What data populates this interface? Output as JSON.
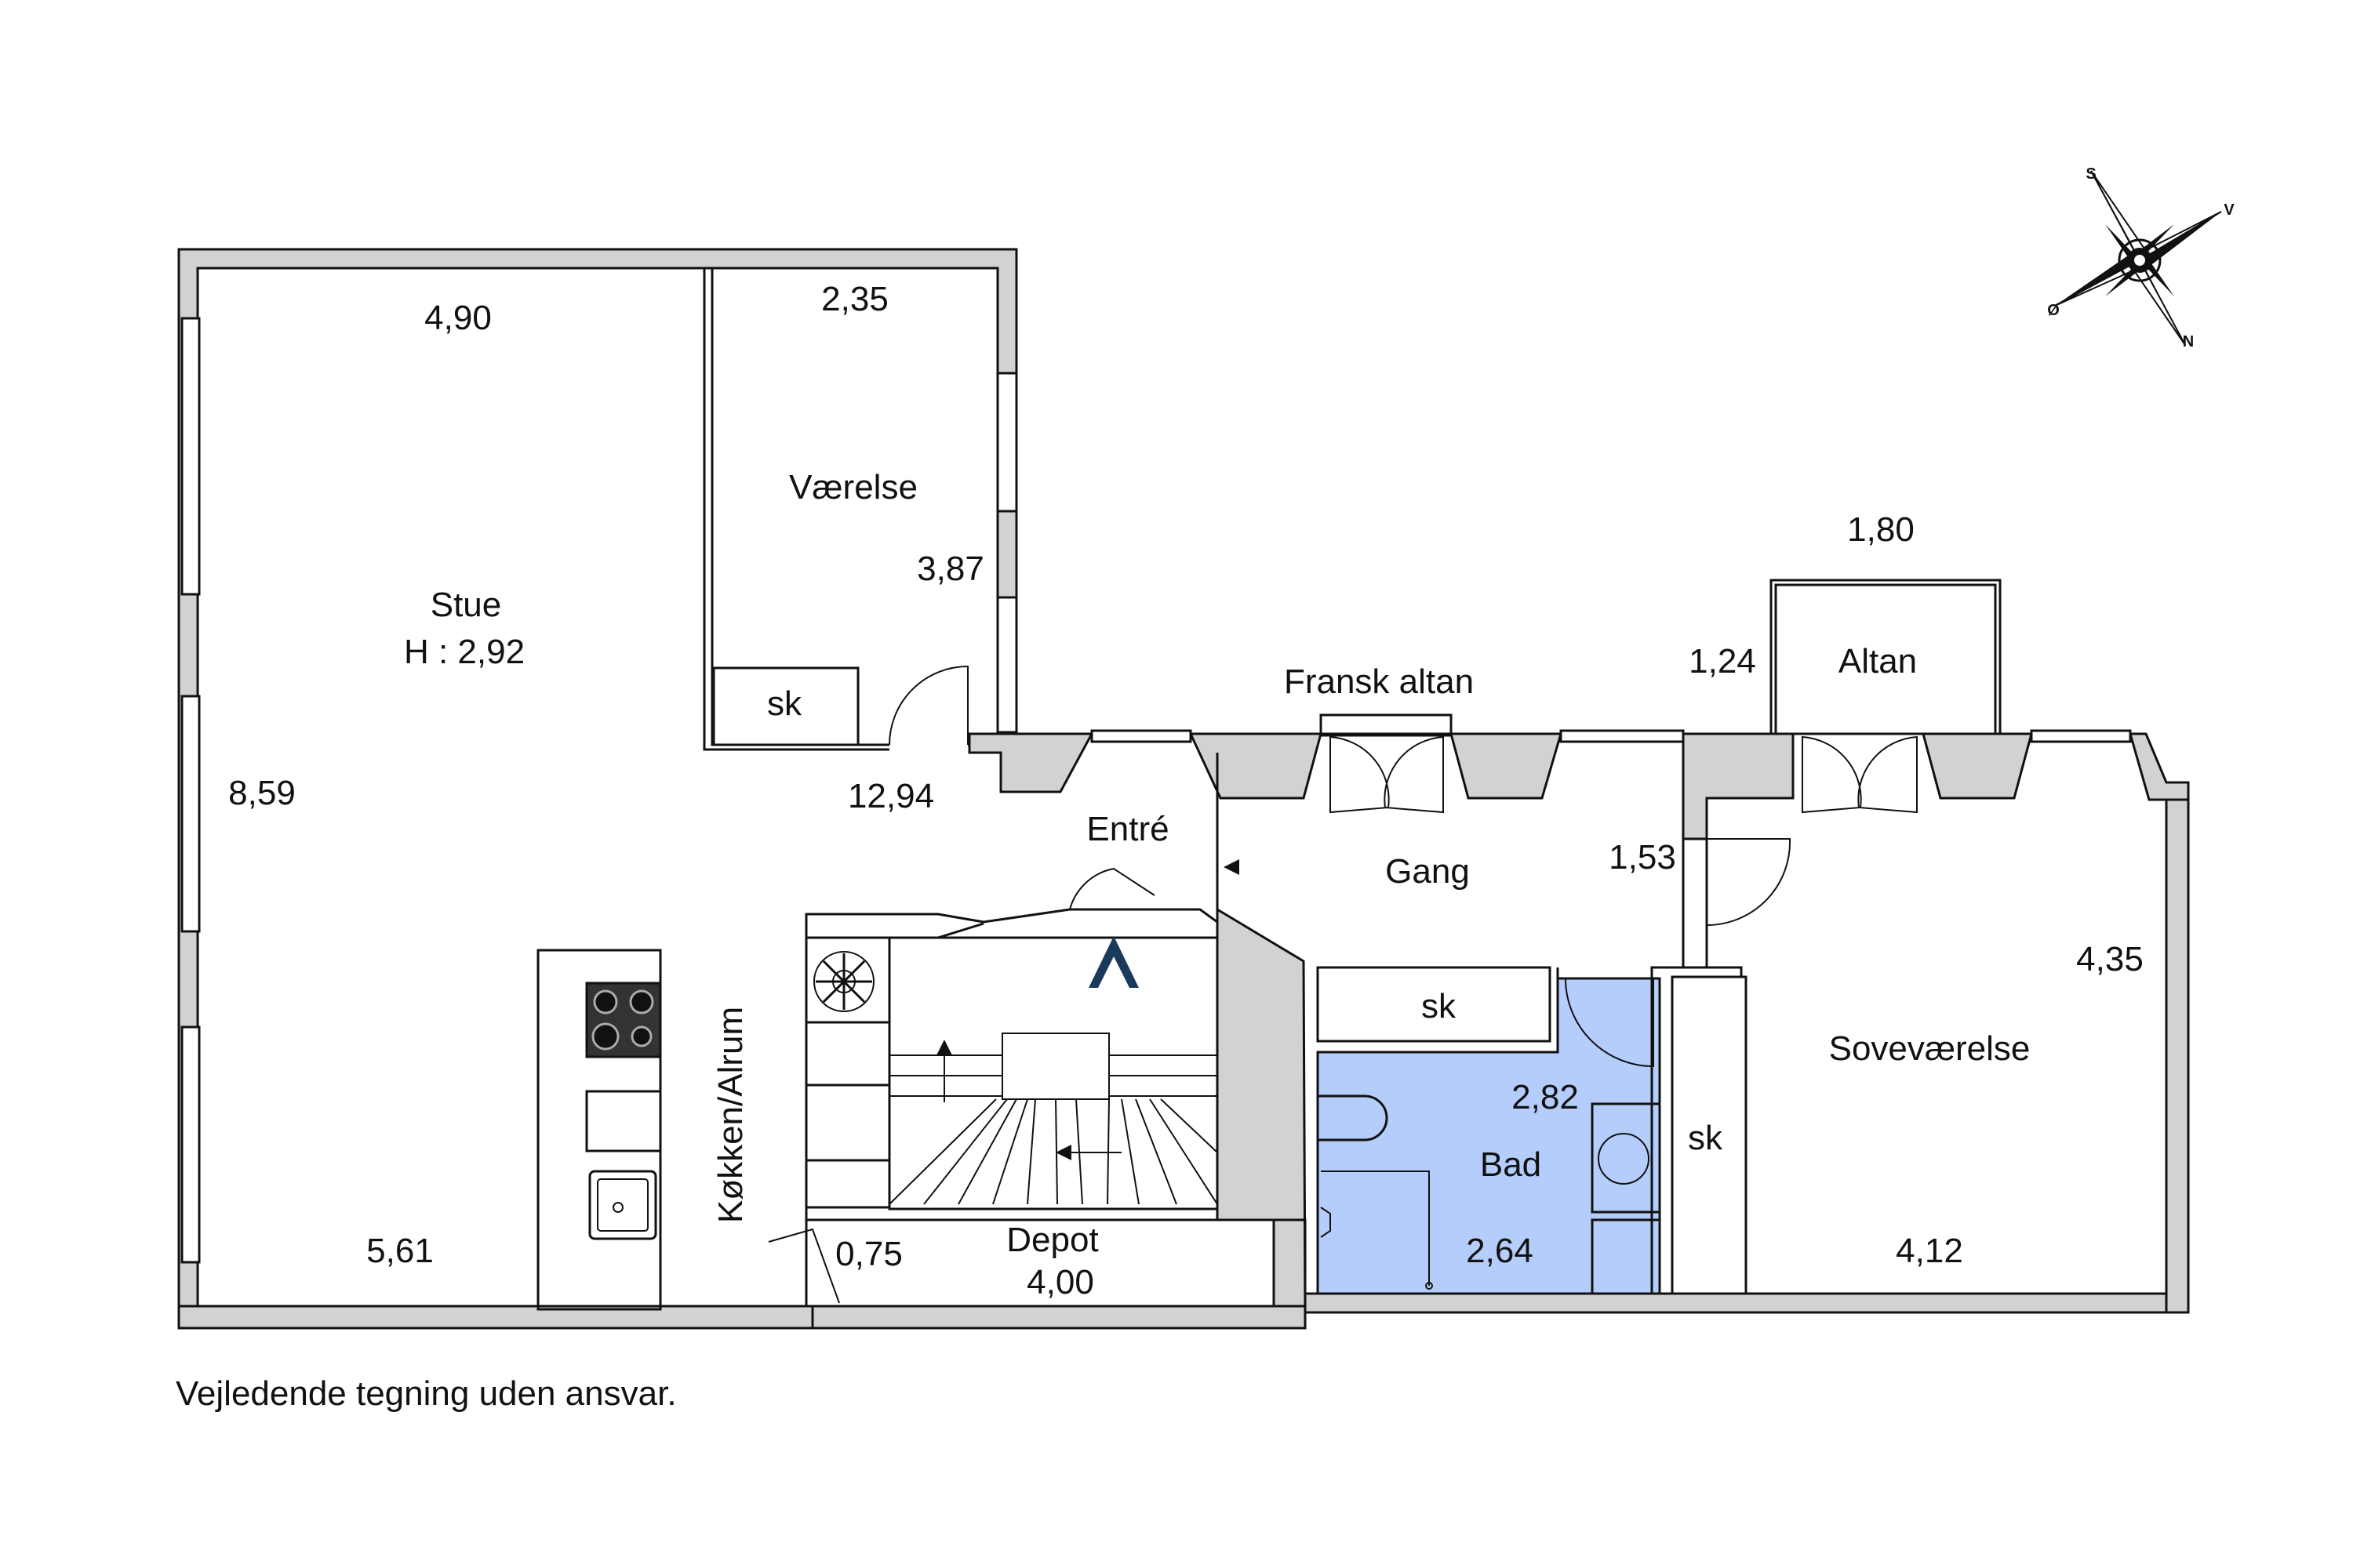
{
  "rooms": {
    "stue": {
      "name": "Stue",
      "height": "H : 2,92",
      "dim_top": "4,90",
      "dim_left": "8,59",
      "dim_bottom": "5,61",
      "dim_right": "12,94"
    },
    "vaerelse": {
      "name": "Værelse",
      "dim_top": "2,35",
      "dim_side": "3,87",
      "closet": "sk"
    },
    "koekken": {
      "name": "Køkken/Alrum"
    },
    "entre": {
      "name": "Entré"
    },
    "gang": {
      "name": "Gang",
      "dim": "1,53",
      "closet": "sk"
    },
    "fransk_altan": {
      "name": "Fransk altan"
    },
    "altan": {
      "name": "Altan",
      "dim_top": "1,80",
      "dim_side": "1,24"
    },
    "bad": {
      "name": "Bad",
      "dim_top": "2,82",
      "dim_bottom": "2,64",
      "color": "#b4cdfa"
    },
    "depot": {
      "name": "Depot",
      "dim_a": "0,75",
      "dim_b": "4,00"
    },
    "sovevaerelse": {
      "name": "Soveværelse",
      "dim_side": "4,35",
      "dim_bottom": "4,12",
      "closet": "sk"
    }
  },
  "compass": {
    "s": "S",
    "v": "V",
    "o": "Ø",
    "n": "N"
  },
  "entry_marker_color": "#1a3a5c",
  "disclaimer": "Vejledende tegning uden ansvar."
}
